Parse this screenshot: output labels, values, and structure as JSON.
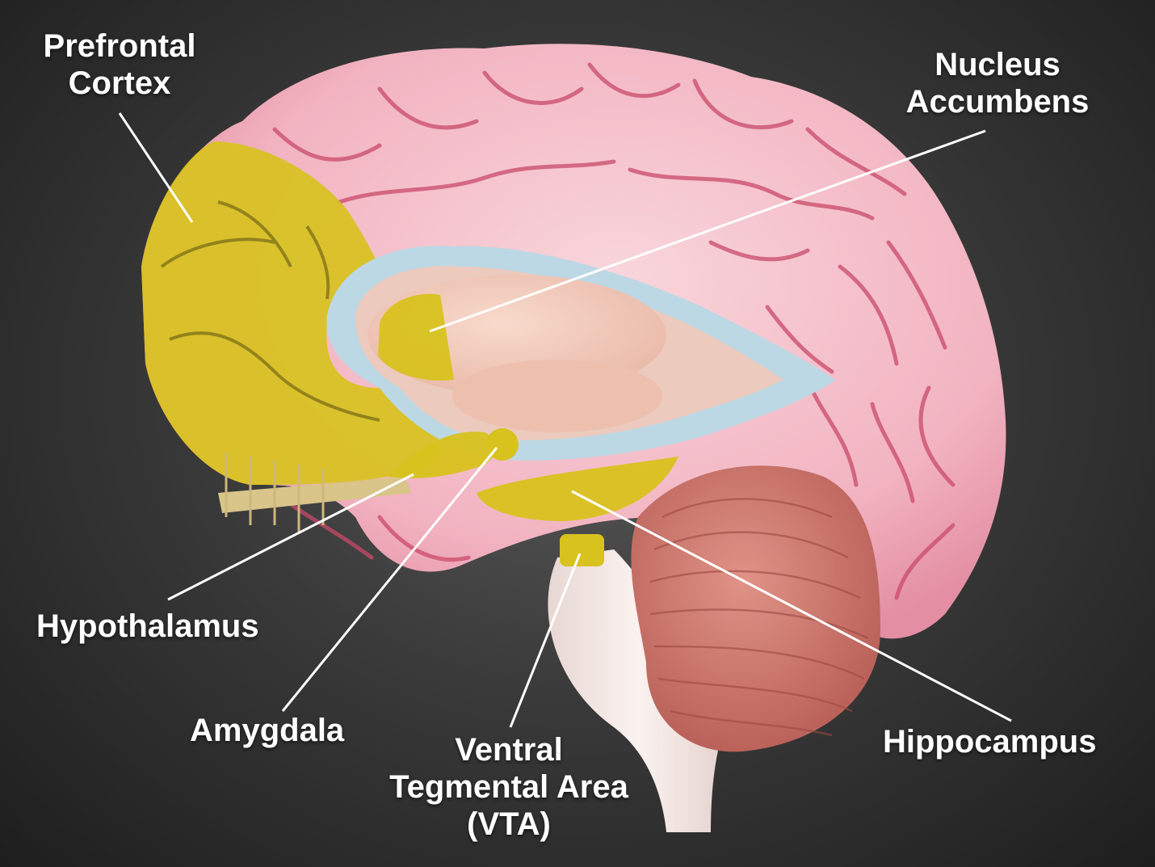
{
  "diagram": {
    "labels": {
      "prefrontal_cortex": [
        "Prefrontal",
        "Cortex"
      ],
      "nucleus_accumbens": [
        "Nucleus",
        "Accumbens"
      ],
      "hypothalamus": [
        "Hypothalamus"
      ],
      "amygdala": [
        "Amygdala"
      ],
      "ventral_tegmental_area": [
        "Ventral",
        "Tegmental Area",
        "(VTA)"
      ],
      "hippocampus": [
        "Hippocampus"
      ]
    },
    "colors": {
      "highlight": "#d8c21e",
      "cortex": "#f4bcc8",
      "sulci": "#c94a6a",
      "ventricle": "#bcd8e4",
      "thalamus": "#f1c9b9",
      "cerebellum": "#c96d62",
      "brainstem": "#f3e6e3",
      "leader_line": "#ffffff",
      "background": "#3a3a3a"
    }
  }
}
